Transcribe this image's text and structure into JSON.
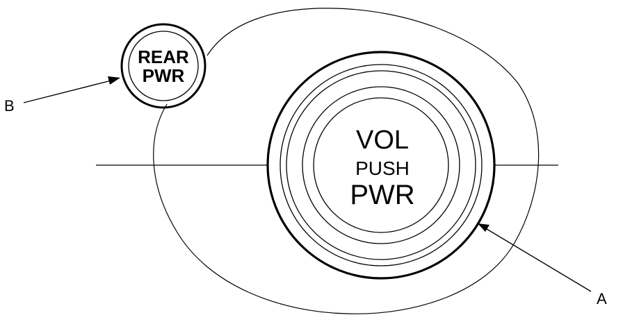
{
  "diagram": {
    "main_knob": {
      "line1": "VOL",
      "line2": "PUSH",
      "line3": "PWR"
    },
    "rear_button": {
      "line1": "REAR",
      "line2": "PWR"
    },
    "callouts": {
      "a": "A",
      "b": "B"
    }
  }
}
